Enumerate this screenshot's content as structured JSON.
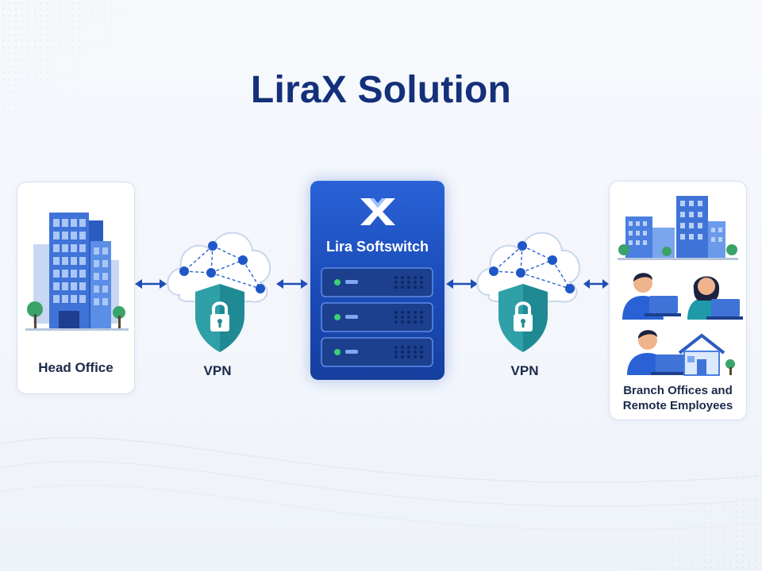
{
  "title": "LiraX Solution",
  "nodes": {
    "head_office": {
      "label": "Head Office"
    },
    "vpn_left": {
      "label": "VPN"
    },
    "softswitch": {
      "label": "Lira Softswitch"
    },
    "vpn_right": {
      "label": "VPN"
    },
    "branch": {
      "label_line1": "Branch Offices and",
      "label_line2": "Remote Employees"
    }
  },
  "colors": {
    "title": "#14307a",
    "server": "#1a4bb8",
    "shield": "#1f8a93",
    "accent": "#2a62d6",
    "building": "#4a7fe0",
    "tree": "#3aa36a"
  },
  "icons": [
    "office-building-icon",
    "cloud-network-icon",
    "shield-lock-icon",
    "lirax-logo-icon",
    "server-rack-icon",
    "city-buildings-icon",
    "person-laptop-icon",
    "house-icon",
    "double-arrow-icon"
  ]
}
